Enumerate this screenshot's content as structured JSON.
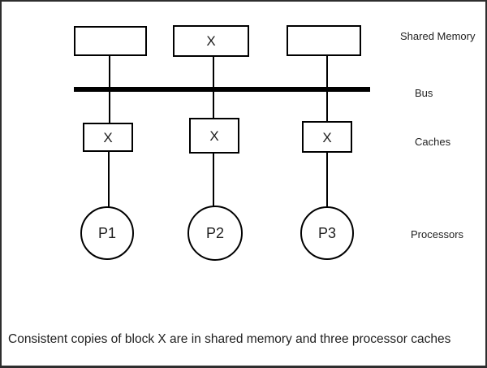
{
  "figure": {
    "memory_row": {
      "row_label": "Shared Memory",
      "blocks": [
        {
          "label": ""
        },
        {
          "label": "X"
        },
        {
          "label": ""
        }
      ]
    },
    "bus": {
      "row_label": "Bus"
    },
    "cache_row": {
      "row_label": "Caches",
      "blocks": [
        {
          "label": "X"
        },
        {
          "label": "X"
        },
        {
          "label": "X"
        }
      ]
    },
    "processor_row": {
      "row_label": "Processors",
      "nodes": [
        {
          "label": "P1"
        },
        {
          "label": "P2"
        },
        {
          "label": "P3"
        }
      ]
    },
    "caption": "Consistent copies of block X are in shared memory and three processor caches",
    "colors": {
      "stroke": "#000000",
      "text": "#1f1f1f",
      "background": "#ffffff",
      "border": "#2e2e2e"
    }
  }
}
